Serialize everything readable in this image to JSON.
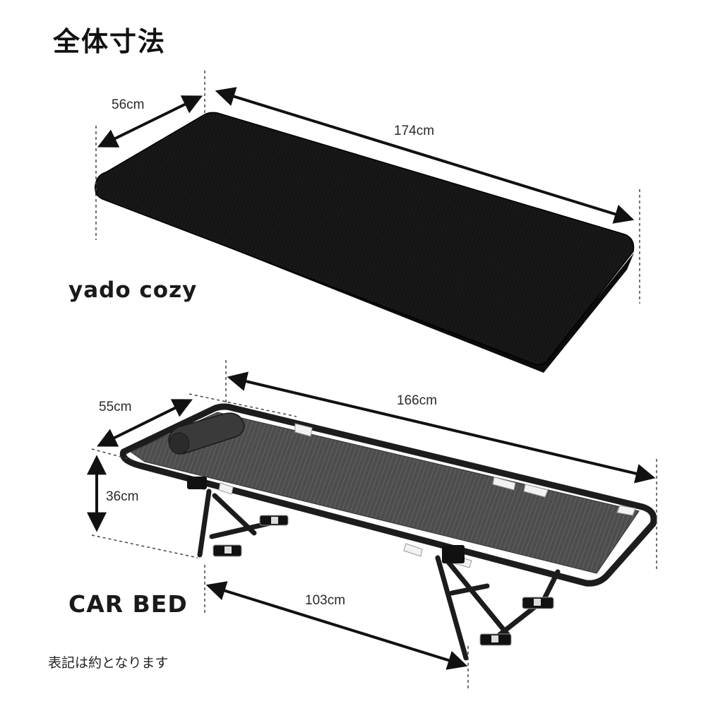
{
  "title": "全体寸法",
  "products": [
    {
      "name": "yado cozy",
      "dimensions": {
        "width": "56cm",
        "length": "174cm"
      }
    },
    {
      "name": "CAR BED",
      "dimensions": {
        "width": "55cm",
        "length": "166cm",
        "height": "36cm",
        "leg_span": "103cm"
      }
    }
  ],
  "note": "表記は約となります",
  "colors": {
    "mat": "#161616",
    "mesh": "#5a5a5a",
    "frame": "#1c1c1c",
    "accent_white": "#f2f2f2",
    "arrow": "#111111",
    "guide": "#444444"
  }
}
